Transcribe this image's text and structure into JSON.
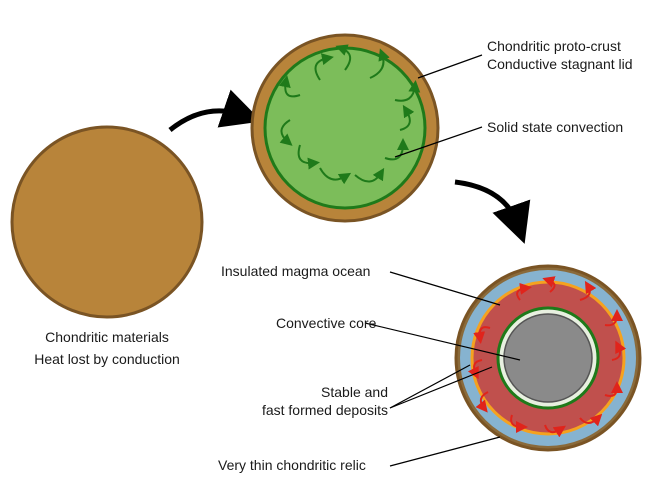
{
  "stage1": {
    "line1": "Chondritic materials",
    "line2": "Heat lost by conduction"
  },
  "stage2": {
    "crust_line1": "Chondritic proto-crust",
    "crust_line2": "Conductive stagnant lid",
    "convection": "Solid state convection"
  },
  "stage3": {
    "magma_ocean": "Insulated magma ocean",
    "core": "Convective core",
    "deposits_line1": "Stable and",
    "deposits_line2": "fast formed deposits",
    "relic": "Very thin chondritic relic"
  },
  "colors": {
    "chondrite": "#b8843a",
    "chondrite_rim": "#7a5424",
    "green_mantle": "#7cbd5a",
    "green_rim": "#1f7a1a",
    "blue_layer": "#86b3d0",
    "orange_ring": "#f5a21f",
    "magma": "#c0504d",
    "magma_arrows": "#e0241b",
    "core_grey": "#8a8a8a",
    "arrow_black": "#000000"
  }
}
